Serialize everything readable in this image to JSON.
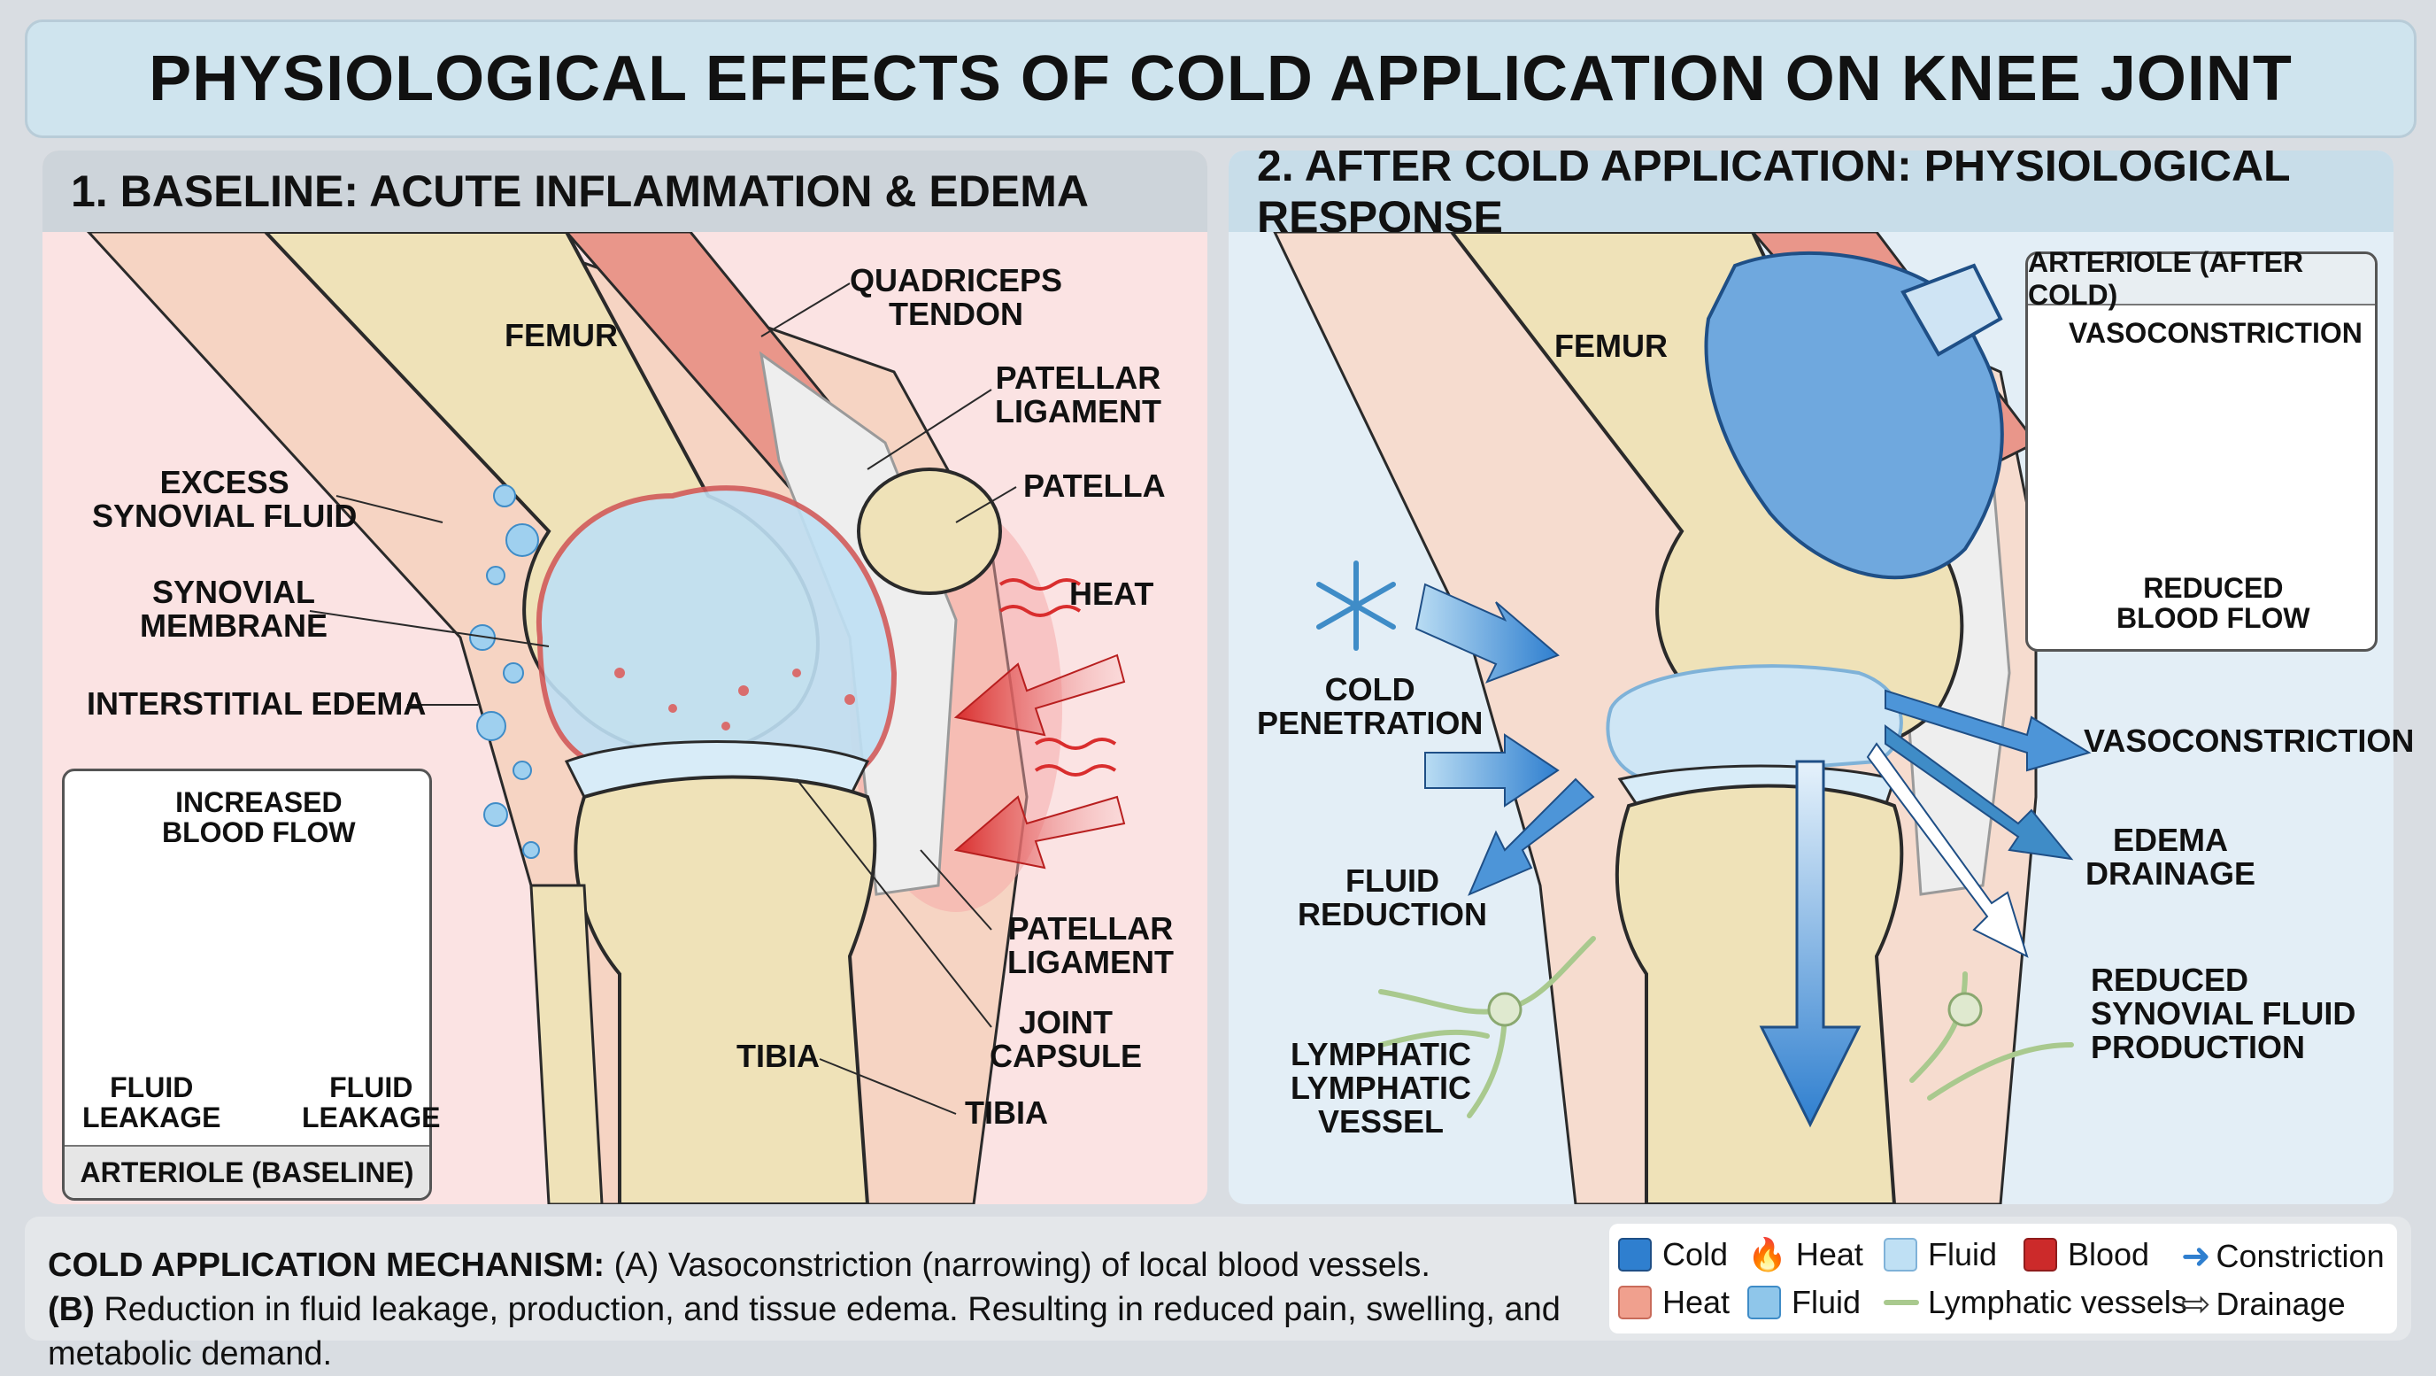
{
  "title": "PHYSIOLOGICAL EFFECTS OF COLD APPLICATION ON KNEE JOINT",
  "panel_baseline": {
    "header": "1. BASELINE: ACUTE INFLAMMATION & EDEMA",
    "labels": {
      "femur": "FEMUR",
      "quadriceps_tendon": "QUADRICEPS\nTENDON",
      "patellar_ligament_top": "PATELLAR\nLIGAMENT",
      "patella": "PATELLA",
      "heat": "HEAT",
      "excess_synovial_fluid": "EXCESS\nSYNOVIAL FLUID",
      "synovial_membrane": "SYNOVIAL\nMEMBRANE",
      "interstitial_edema": "INTERSTITIAL EDEMA",
      "patellar_ligament_bottom": "PATELLAR\nLIGAMENT",
      "joint_capsule": "JOINT\nCAPSULE",
      "tibia_inner": "TIBIA",
      "tibia_outer": "TIBIA"
    },
    "inset": {
      "top_label": "INCREASED\nBLOOD FLOW",
      "leak_left": "FLUID\nLEAKAGE",
      "leak_right": "FLUID\nLEAKAGE",
      "caption": "ARTERIOLE (BASELINE)"
    }
  },
  "panel_after": {
    "header": "2. AFTER COLD APPLICATION: PHYSIOLOGICAL RESPONSE",
    "labels": {
      "femur": "FEMUR",
      "cold_penetration": "COLD\nPENETRATION",
      "fluid_reduction": "FLUID\nREDUCTION",
      "lymphatic_vessel": "LYMPHATIC\nLYMPHATIC\nVESSEL",
      "vasoconstriction": "VASOCONSTRICTION",
      "edema_drainage": "EDEMA\nDRAINAGE",
      "reduced_synovial": "REDUCED\nSYNOVIAL FLUID\nPRODUCTION"
    },
    "inset": {
      "header": "ARTERIOLE (AFTER COLD)",
      "top_label": "VASOCONSTRICTION",
      "bottom_label": "REDUCED\nBLOOD FLOW"
    }
  },
  "footer": {
    "mechanism_title": "COLD APPLICATION MECHANISM:",
    "line1_rest": " (A) Vasoconstriction (narrowing) of local blood vessels.",
    "line2_prefix": "(B)",
    "line2_rest": " Reduction in fluid leakage, production, and tissue edema. Resulting in reduced pain, swelling, and metabolic demand."
  },
  "legend": {
    "items": [
      {
        "label": "Cold",
        "color": "#2f7fcf",
        "icon": "square-swatch"
      },
      {
        "label": "Heat",
        "color": "#d9483b",
        "icon": "flame-icon"
      },
      {
        "label": "Fluid",
        "color": "#bfe0f4",
        "icon": "square-swatch"
      },
      {
        "label": "Blood",
        "color": "#cc2a2a",
        "icon": "square-swatch"
      },
      {
        "label": "Constriction",
        "color": "#2f7fcf",
        "icon": "arrow-icon"
      },
      {
        "label": "Heat",
        "color": "#f0a08e",
        "icon": "square-swatch"
      },
      {
        "label": "Fluid",
        "color": "#8fc6ea",
        "icon": "droplet-swatch"
      },
      {
        "label": "Lymphatic vessels",
        "color": "#a9c98e",
        "icon": "vessel-line-icon"
      },
      {
        "label": "Drainage",
        "color": "#ffffff",
        "icon": "outline-arrow-icon"
      }
    ]
  },
  "colors": {
    "bone": "#efe2b8",
    "bone_outline": "#2a2a2a",
    "skin_warm": "#f2c7b1",
    "skin_cool": "#f1d4c4",
    "muscle": "#e9968a",
    "cold_blue": "#2f7fcf",
    "heat_red": "#d92e2e",
    "fluid": "#bfe0f4",
    "lymph": "#a9c98e"
  }
}
